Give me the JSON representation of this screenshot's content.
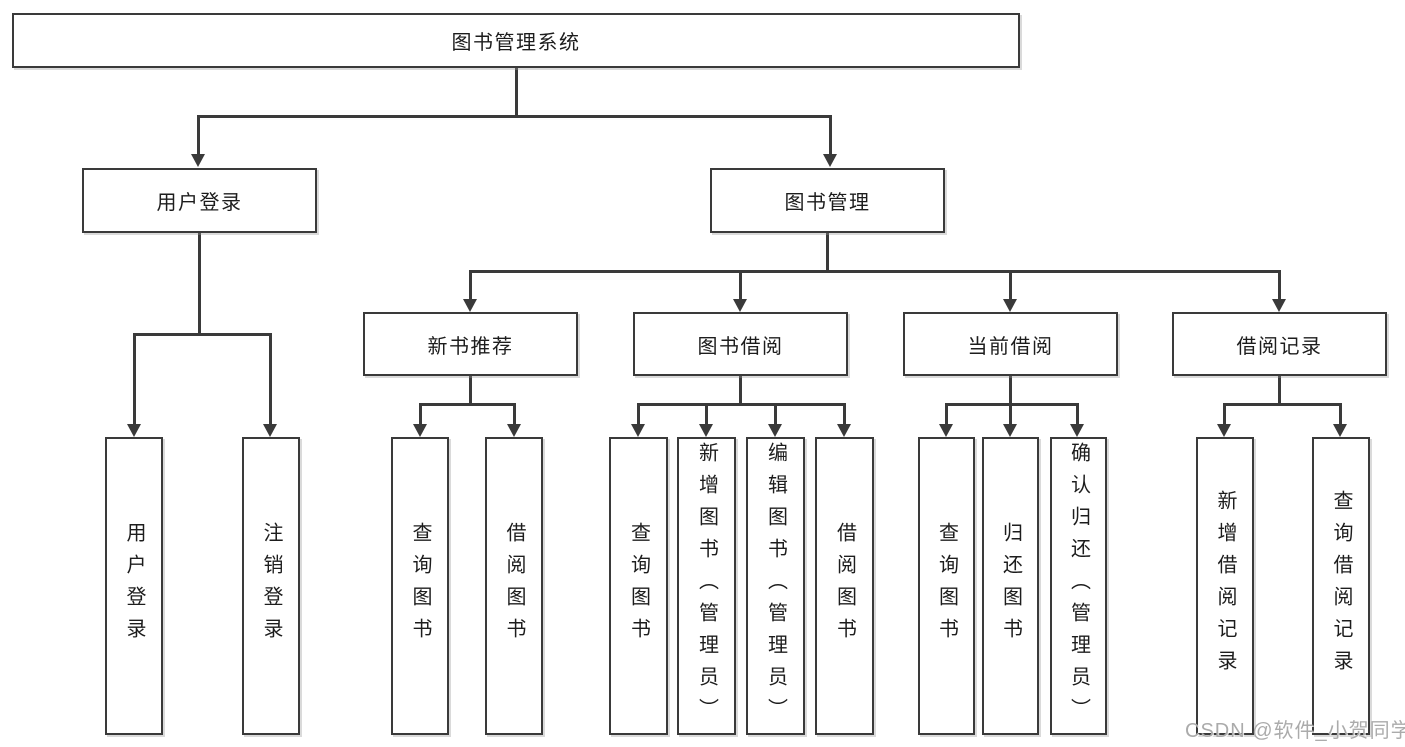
{
  "tree": {
    "label": "图书管理系统",
    "children": [
      {
        "label": "用户登录",
        "children": [
          {
            "label": "用户登录"
          },
          {
            "label": "注销登录"
          }
        ]
      },
      {
        "label": "图书管理",
        "children": [
          {
            "label": "新书推荐",
            "children": [
              {
                "label": "查询图书"
              },
              {
                "label": "借阅图书"
              }
            ]
          },
          {
            "label": "图书借阅",
            "children": [
              {
                "label": "查询图书"
              },
              {
                "label": "新增图书（管理员）"
              },
              {
                "label": "编辑图书（管理员）"
              },
              {
                "label": "借阅图书"
              }
            ]
          },
          {
            "label": "当前借阅",
            "children": [
              {
                "label": "查询图书"
              },
              {
                "label": "归还图书"
              },
              {
                "label": "确认归还（管理员）"
              }
            ]
          },
          {
            "label": "借阅记录",
            "children": [
              {
                "label": "新增借阅记录"
              },
              {
                "label": "查询借阅记录"
              }
            ]
          }
        ]
      }
    ]
  },
  "watermark": "CSDN @软件_小贺同学",
  "colors": {
    "line": "#3a3a3a",
    "text": "#1d1d1d",
    "watermark": "#ababab",
    "background": "#ffffff"
  }
}
